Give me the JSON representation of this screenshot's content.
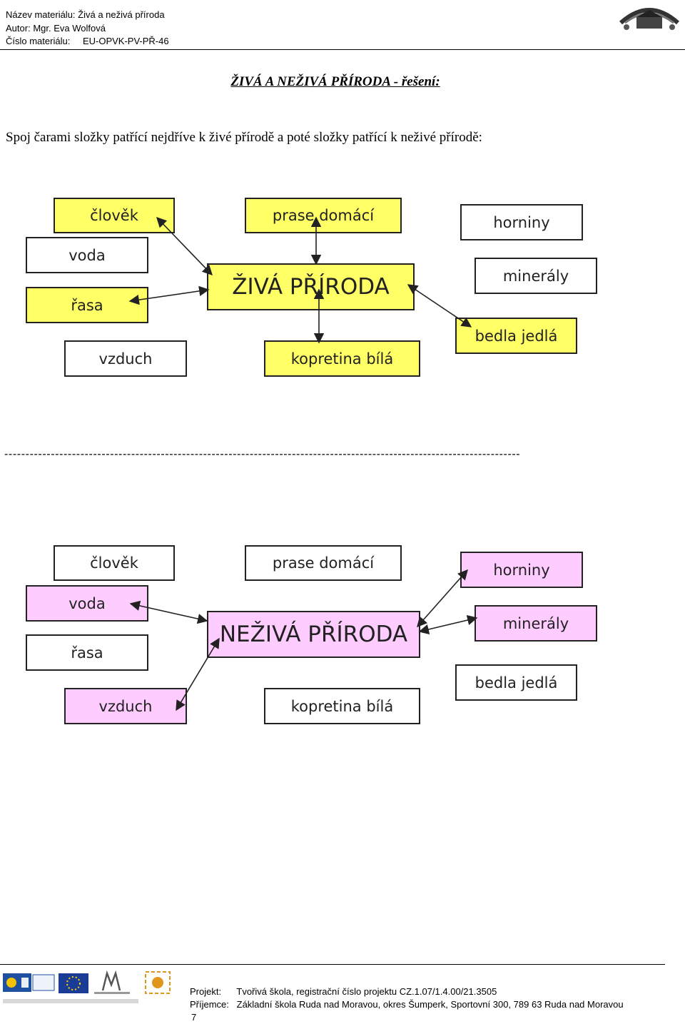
{
  "header": {
    "line1_label": "Název materiálu:",
    "line1_value": "Živá a neživá příroda",
    "line2_label": "Autor:",
    "line2_value": "Mgr. Eva Wolfová",
    "line3_label": "Číslo materiálu:",
    "line3_value": "EU-OPVK-PV-PŘ-46"
  },
  "title": "ŽIVÁ A NEŽIVÁ PŘÍRODA - řešení:",
  "instruction": "Spoj čarami složky patřící nejdříve k živé přírodě a poté složky patřící k neživé přírodě:",
  "section_live": {
    "center": "ŽIVÁ PŘÍRODA",
    "items": {
      "clovek": "člověk",
      "prase": "prase domácí",
      "horniny": "horniny",
      "voda": "voda",
      "mineraly": "minerály",
      "rasa": "řasa",
      "vzduch": "vzduch",
      "kopretina": "kopretina bílá",
      "bedla": "bedla jedlá"
    }
  },
  "separator": "--------------------------------------------------------------------------------------------------------------------------",
  "section_nonlive": {
    "center": "NEŽIVÁ PŘÍRODA",
    "items": {
      "clovek": "člověk",
      "prase": "prase domácí",
      "horniny": "horniny",
      "voda": "voda",
      "mineraly": "minerály",
      "rasa": "řasa",
      "vzduch": "vzduch",
      "kopretina": "kopretina bílá",
      "bedla": "bedla jedlá"
    }
  },
  "colors": {
    "live_highlight": "#ffff66",
    "nonlive_highlight": "#ffccff"
  },
  "footer": {
    "project_label": "Projekt:",
    "project_value": "Tvořivá škola, registrační číslo projektu CZ.1.07/1.4.00/21.3505",
    "recipient_label": "Příjemce:",
    "recipient_value": "Základní škola Ruda nad Moravou, okres Šumperk, Sportovní 300, 789 63 Ruda nad Moravou",
    "page_number": "7",
    "logos": [
      "esf-logo",
      "eu-flag-logo",
      "msmt-logo",
      "op-vk-logo"
    ]
  }
}
